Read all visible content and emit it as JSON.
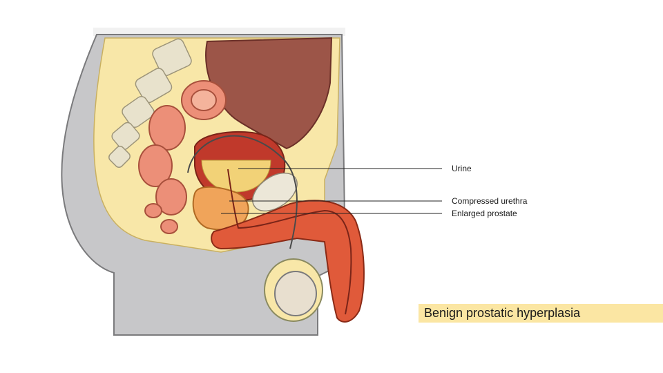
{
  "labels": {
    "urine": "Urine",
    "compressed_urethra": "Compressed urethra",
    "enlarged_prostate": "Enlarged prostate"
  },
  "title": "Benign prostatic hyperplasia",
  "colors": {
    "skin": "#c7c7c9",
    "fat": "#f8e7a8",
    "bowel": "#ec8f78",
    "abdomen": "#9c5548",
    "bladder_wall": "#c0392b",
    "urine": "#f2d277",
    "prostate": "#f0a45a",
    "penis": "#e05a3a",
    "testis": "#e8dfcf",
    "title_bg": "#fbe6a3"
  }
}
